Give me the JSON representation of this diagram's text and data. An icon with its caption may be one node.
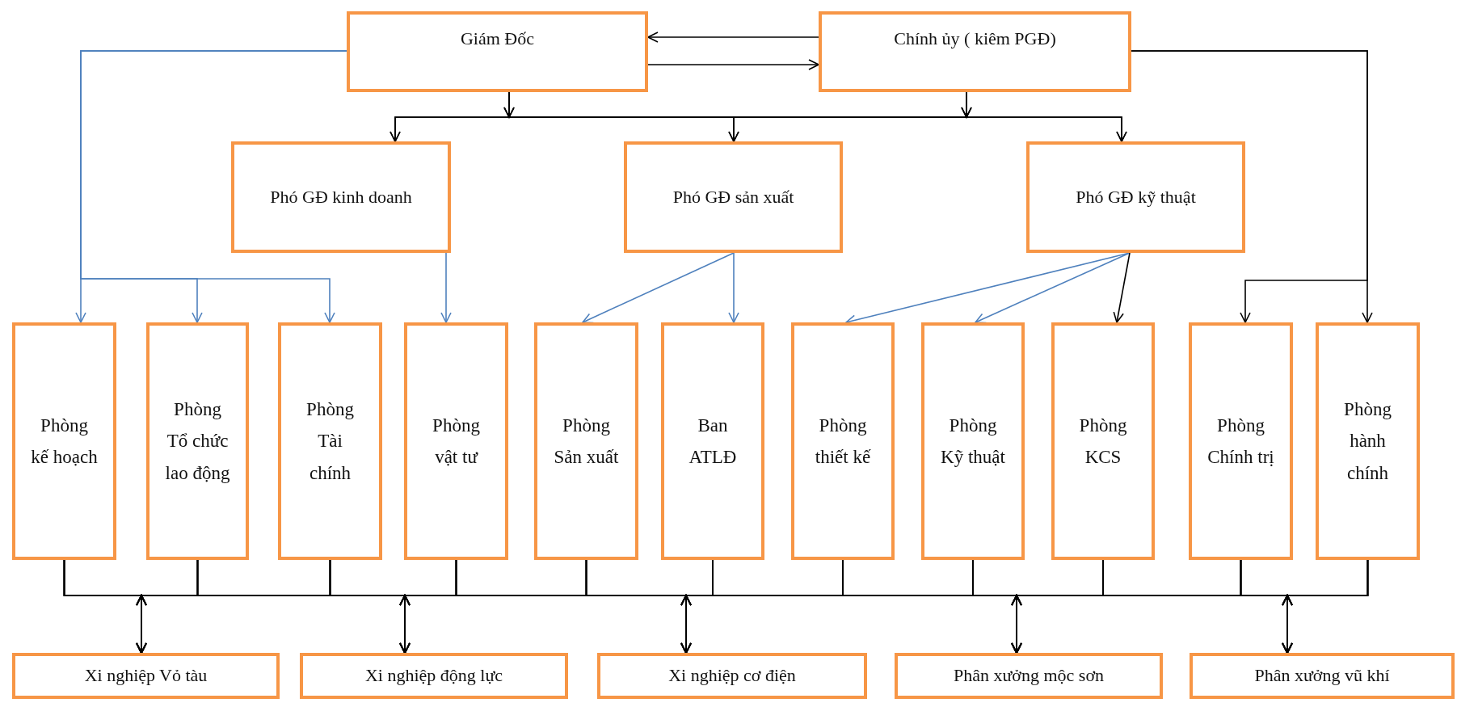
{
  "diagram": {
    "nodes": [
      {
        "text": [
          "Giám Đốc"
        ]
      },
      {
        "text": [
          "Chính ủy ( kiêm PGĐ)"
        ]
      },
      {
        "text": [
          "Phó GĐ kinh doanh"
        ]
      },
      {
        "text": [
          "Phó GĐ sản xuất"
        ]
      },
      {
        "text": [
          "Phó GĐ kỹ thuật"
        ]
      },
      {
        "text": [
          "Phòng kế hoạch"
        ]
      },
      {
        "text": [
          "Phòng Tổ chức lao động"
        ]
      },
      {
        "text": [
          "Phòng Tài chính"
        ]
      },
      {
        "text": [
          "Phòng vật tư"
        ]
      },
      {
        "text": [
          "Phòng Sản xuất"
        ]
      },
      {
        "text": [
          "Ban ATLĐ"
        ]
      },
      {
        "text": [
          "Phòng thiết kế"
        ]
      },
      {
        "text": [
          "Phòng Kỹ thuật"
        ]
      },
      {
        "text": [
          "Phòng KCS"
        ]
      },
      {
        "text": [
          "Phòng Chính trị"
        ]
      },
      {
        "text": [
          "Phòng hành chính"
        ]
      },
      {
        "text": [
          "Xi nghiệp Vỏ tàu"
        ]
      },
      {
        "text": [
          "Xi nghiệp động lực"
        ]
      },
      {
        "text": [
          "Xi nghiệp cơ điện"
        ]
      },
      {
        "text": [
          "Phân xưởng mộc sơn"
        ]
      },
      {
        "text": [
          "Phân xưởng vũ khí"
        ]
      }
    ],
    "edges": [
      {
        "from": 1,
        "to": 0,
        "arrow": "to",
        "color": "#000000"
      },
      {
        "from": 0,
        "to": 1,
        "arrow": "to",
        "color": "#000000"
      },
      {
        "from": 0,
        "to": 2,
        "arrow": "to",
        "color": "#000000"
      },
      {
        "from": 0,
        "to": 3,
        "arrow": "to",
        "color": "#000000"
      },
      {
        "from": 0,
        "to": 4,
        "arrow": "to",
        "color": "#000000"
      },
      {
        "from": 1,
        "to": 2,
        "arrow": "to",
        "color": "#000000"
      },
      {
        "from": 1,
        "to": 3,
        "arrow": "to",
        "color": "#000000"
      },
      {
        "from": 1,
        "to": 4,
        "arrow": "to",
        "color": "#000000"
      },
      {
        "from": 0,
        "to": 5,
        "arrow": "to",
        "color": "#4f81bd"
      },
      {
        "from": 0,
        "to": 6,
        "arrow": "to",
        "color": "#4f81bd"
      },
      {
        "from": 0,
        "to": 7,
        "arrow": "to",
        "color": "#4f81bd"
      },
      {
        "from": 2,
        "to": 8,
        "arrow": "to",
        "color": "#4f81bd"
      },
      {
        "from": 3,
        "to": 9,
        "arrow": "to",
        "color": "#4f81bd"
      },
      {
        "from": 3,
        "to": 10,
        "arrow": "to",
        "color": "#4f81bd"
      },
      {
        "from": 4,
        "to": 11,
        "arrow": "to",
        "color": "#4f81bd"
      },
      {
        "from": 4,
        "to": 12,
        "arrow": "to",
        "color": "#4f81bd"
      },
      {
        "from": 4,
        "to": 13,
        "arrow": "to",
        "color": "#000000"
      },
      {
        "from": 1,
        "to": 14,
        "arrow": "to",
        "color": "#000000"
      },
      {
        "from": 1,
        "to": 15,
        "arrow": "to",
        "color": "#000000"
      },
      {
        "from": 5,
        "to": 16,
        "arrow": "to",
        "color": "#000000"
      },
      {
        "from": 5,
        "to": 17,
        "arrow": "to",
        "color": "#000000"
      },
      {
        "from": 5,
        "to": 18,
        "arrow": "to",
        "color": "#000000"
      },
      {
        "from": 5,
        "to": 19,
        "arrow": "to",
        "color": "#000000"
      },
      {
        "from": 5,
        "to": 20,
        "arrow": "to",
        "color": "#000000"
      },
      {
        "from": 6,
        "to": 16,
        "arrow": "to",
        "color": "#000000"
      },
      {
        "from": 6,
        "to": 17,
        "arrow": "to",
        "color": "#000000"
      },
      {
        "from": 6,
        "to": 18,
        "arrow": "to",
        "color": "#000000"
      },
      {
        "from": 6,
        "to": 19,
        "arrow": "to",
        "color": "#000000"
      },
      {
        "from": 6,
        "to": 20,
        "arrow": "to",
        "color": "#000000"
      },
      {
        "from": 7,
        "to": 16,
        "arrow": "to",
        "color": "#000000"
      },
      {
        "from": 7,
        "to": 17,
        "arrow": "to",
        "color": "#000000"
      },
      {
        "from": 7,
        "to": 18,
        "arrow": "to",
        "color": "#000000"
      },
      {
        "from": 7,
        "to": 19,
        "arrow": "to",
        "color": "#000000"
      },
      {
        "from": 7,
        "to": 20,
        "arrow": "to",
        "color": "#000000"
      },
      {
        "from": 8,
        "to": 16,
        "arrow": "to",
        "color": "#000000"
      },
      {
        "from": 8,
        "to": 17,
        "arrow": "to",
        "color": "#000000"
      },
      {
        "from": 8,
        "to": 18,
        "arrow": "to",
        "color": "#000000"
      },
      {
        "from": 8,
        "to": 19,
        "arrow": "to",
        "color": "#000000"
      },
      {
        "from": 8,
        "to": 20,
        "arrow": "to",
        "color": "#000000"
      },
      {
        "from": 9,
        "to": 16,
        "arrow": "to",
        "color": "#000000"
      },
      {
        "from": 9,
        "to": 17,
        "arrow": "to",
        "color": "#000000"
      },
      {
        "from": 9,
        "to": 18,
        "arrow": "to",
        "color": "#000000"
      },
      {
        "from": 9,
        "to": 19,
        "arrow": "to",
        "color": "#000000"
      },
      {
        "from": 9,
        "to": 20,
        "arrow": "to",
        "color": "#000000"
      },
      {
        "from": 10,
        "to": 16,
        "arrow": "to",
        "color": "#000000"
      },
      {
        "from": 10,
        "to": 17,
        "arrow": "to",
        "color": "#000000"
      },
      {
        "from": 10,
        "to": 18,
        "arrow": "to",
        "color": "#000000"
      },
      {
        "from": 10,
        "to": 19,
        "arrow": "to",
        "color": "#000000"
      },
      {
        "from": 10,
        "to": 20,
        "arrow": "to",
        "color": "#000000"
      },
      {
        "from": 11,
        "to": 16,
        "arrow": "to",
        "color": "#000000"
      },
      {
        "from": 11,
        "to": 17,
        "arrow": "to",
        "color": "#000000"
      },
      {
        "from": 11,
        "to": 18,
        "arrow": "to",
        "color": "#000000"
      },
      {
        "from": 11,
        "to": 19,
        "arrow": "to",
        "color": "#000000"
      },
      {
        "from": 11,
        "to": 20,
        "arrow": "to",
        "color": "#000000"
      },
      {
        "from": 12,
        "to": 16,
        "arrow": "to",
        "color": "#000000"
      },
      {
        "from": 12,
        "to": 17,
        "arrow": "to",
        "color": "#000000"
      },
      {
        "from": 12,
        "to": 18,
        "arrow": "to",
        "color": "#000000"
      },
      {
        "from": 12,
        "to": 19,
        "arrow": "to",
        "color": "#000000"
      },
      {
        "from": 12,
        "to": 20,
        "arrow": "to",
        "color": "#000000"
      },
      {
        "from": 13,
        "to": 16,
        "arrow": "to",
        "color": "#000000"
      },
      {
        "from": 13,
        "to": 17,
        "arrow": "to",
        "color": "#000000"
      },
      {
        "from": 13,
        "to": 18,
        "arrow": "to",
        "color": "#000000"
      },
      {
        "from": 13,
        "to": 19,
        "arrow": "to",
        "color": "#000000"
      },
      {
        "from": 13,
        "to": 20,
        "arrow": "to",
        "color": "#000000"
      },
      {
        "from": 14,
        "to": 16,
        "arrow": "to",
        "color": "#000000"
      },
      {
        "from": 14,
        "to": 17,
        "arrow": "to",
        "color": "#000000"
      },
      {
        "from": 14,
        "to": 18,
        "arrow": "to",
        "color": "#000000"
      },
      {
        "from": 14,
        "to": 19,
        "arrow": "to",
        "color": "#000000"
      },
      {
        "from": 14,
        "to": 20,
        "arrow": "to",
        "color": "#000000"
      },
      {
        "from": 15,
        "to": 16,
        "arrow": "to",
        "color": "#000000"
      },
      {
        "from": 15,
        "to": 17,
        "arrow": "to",
        "color": "#000000"
      },
      {
        "from": 15,
        "to": 18,
        "arrow": "to",
        "color": "#000000"
      },
      {
        "from": 15,
        "to": 19,
        "arrow": "to",
        "color": "#000000"
      },
      {
        "from": 15,
        "to": 20,
        "arrow": "to",
        "color": "#000000"
      }
    ]
  }
}
